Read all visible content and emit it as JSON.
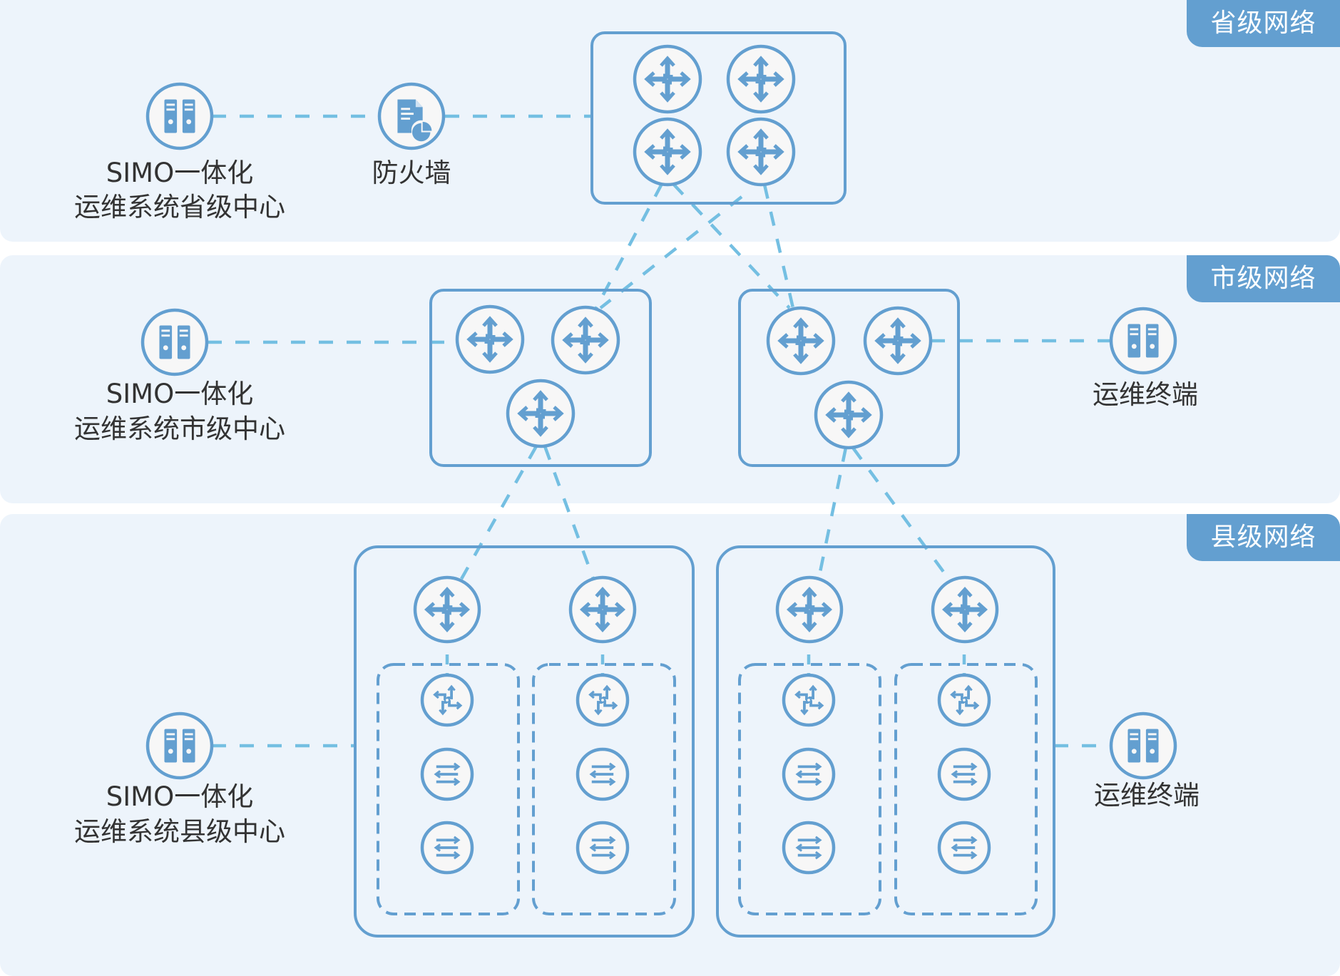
{
  "sections": [
    {
      "id": "province",
      "tag": "省级网络"
    },
    {
      "id": "city",
      "tag": "市级网络"
    },
    {
      "id": "county",
      "tag": "县级网络"
    }
  ],
  "nodes": {
    "province_center": {
      "type": "server",
      "label_lines": [
        "SIMO一体化",
        "运维系统省级中心"
      ]
    },
    "firewall": {
      "type": "firewall",
      "label_lines": [
        "防火墙"
      ]
    },
    "city_center": {
      "type": "server",
      "label_lines": [
        "SIMO一体化",
        "运维系统市级中心"
      ]
    },
    "city_terminal": {
      "type": "server",
      "label_lines": [
        "运维终端"
      ]
    },
    "county_center": {
      "type": "server",
      "label_lines": [
        "SIMO一体化",
        "运维系统县级中心"
      ]
    },
    "county_terminal": {
      "type": "server",
      "label_lines": [
        "运维终端"
      ]
    }
  },
  "groups": {
    "province_core": {
      "routers": 4
    },
    "city_a": {
      "routers": 3
    },
    "city_b": {
      "routers": 3
    },
    "county_a": {
      "subgroups": [
        {
          "router": 1,
          "l3_switch": 1,
          "switches": 2
        },
        {
          "router": 1,
          "l3_switch": 1,
          "switches": 2
        }
      ]
    },
    "county_b": {
      "subgroups": [
        {
          "router": 1,
          "l3_switch": 1,
          "switches": 2
        },
        {
          "router": 1,
          "l3_switch": 1,
          "switches": 2
        }
      ]
    }
  },
  "links": [
    [
      "province_center",
      "firewall"
    ],
    [
      "firewall",
      "province_core"
    ],
    [
      "province_core.r3",
      "city_a.r2"
    ],
    [
      "province_core.r3",
      "city_b.r1"
    ],
    [
      "province_core.r4",
      "city_a.r2"
    ],
    [
      "province_core.r4",
      "city_b.r1"
    ],
    [
      "city_center",
      "city_a.r1"
    ],
    [
      "city_b.r2",
      "city_terminal"
    ],
    [
      "city_a.r3",
      "county_a.r1"
    ],
    [
      "city_a.r3",
      "county_a.r2"
    ],
    [
      "city_b.r3",
      "county_b.r1"
    ],
    [
      "city_b.r3",
      "county_b.r2"
    ],
    [
      "county_center",
      "county_a"
    ],
    [
      "county_b",
      "county_terminal"
    ]
  ],
  "colors": {
    "panel_bg": "#edf4fb",
    "accent": "#639fd0",
    "link": "#74bfe2",
    "icon_fill": "#f7f7f7",
    "text": "#333333"
  }
}
